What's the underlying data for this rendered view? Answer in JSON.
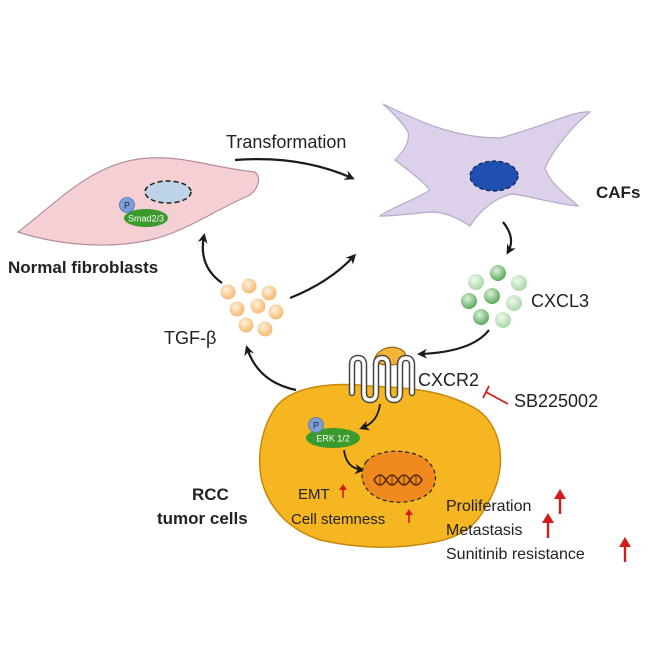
{
  "labels": {
    "transformation": "Transformation",
    "cafs": "CAFs",
    "normal_fibroblasts": "Normal fibroblasts",
    "smad": "Smad2/3",
    "p_smad": "P",
    "cxcl3": "CXCL3",
    "tgf_beta": "TGF-β",
    "cxcr2": "CXCR2",
    "inhibitor": "SB225002",
    "erk": "ERK 1/2",
    "p_erk": "P",
    "rcc_line1": "RCC",
    "rcc_line2": "tumor cells",
    "emt": "EMT",
    "stemness": "Cell stemness",
    "outcome_1": "Proliferation",
    "outcome_2": "Metastasis",
    "outcome_3": "Sunitinib resistance"
  },
  "colors": {
    "fibroblast_fill": "#f4cfd4",
    "caf_fill": "#ddd0ea",
    "caf_nucleus": "#1f4fb0",
    "fibro_nucleus": "#bdd3e6",
    "tumor_fill": "#f5b621",
    "tgf_particles": "#f7c98c",
    "cxcl3_particles": "#7cc27a",
    "smad_green": "#3a9a2c",
    "phospho_blue": "#7d9ed6",
    "up_arrow": "#d31c1c",
    "inhibit": "#d31c1c",
    "dna_blob": "#f08a1e"
  }
}
